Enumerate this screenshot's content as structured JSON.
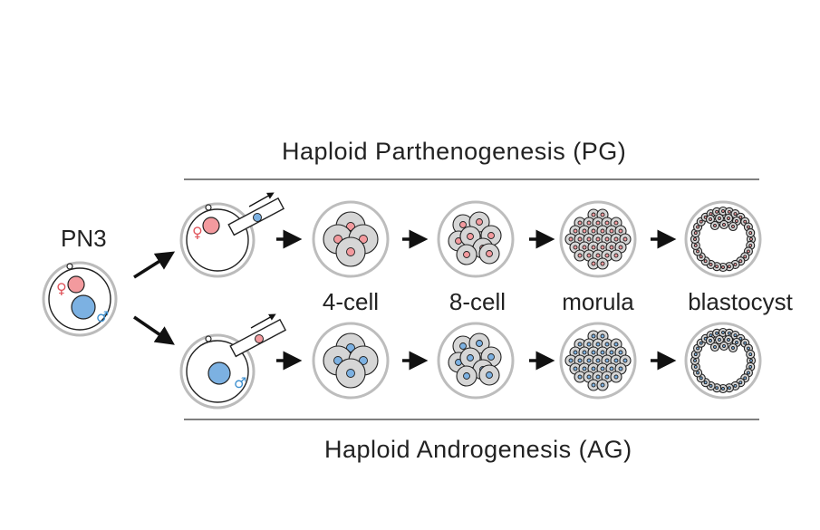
{
  "labels": {
    "pn3": "PN3",
    "pg_title": "Haploid Parthenogenesis (PG)",
    "ag_title": "Haploid Androgenesis (AG)",
    "stages": [
      "4-cell",
      "8-cell",
      "morula",
      "blastocyst"
    ]
  },
  "symbols": {
    "female": "♀",
    "male": "♂"
  },
  "colors": {
    "female_pronucleus": "#f39a9e",
    "male_pronucleus": "#7cb1e2",
    "female_symbol": "#e0555c",
    "male_symbol": "#3c8fcf",
    "cell_fill": "#d6d6d6",
    "ring": "#bdbdbd",
    "outline": "#222222"
  }
}
